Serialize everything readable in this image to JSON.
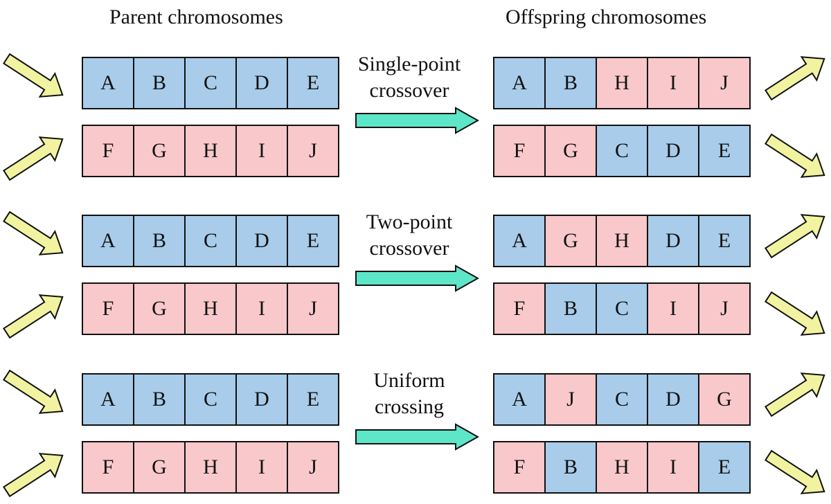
{
  "titles": {
    "parent": "Parent chromosomes",
    "offspring": "Offspring chromosomes"
  },
  "colors": {
    "blue": "#A8CCEA",
    "pink": "#F8C8CB",
    "op_arrow": "#5EE6C8",
    "side_arrow": "#F1F3A0",
    "outline": "#111111"
  },
  "sections": [
    {
      "operation": [
        "Single-point",
        "crossover"
      ],
      "parents": [
        {
          "genes": [
            "A",
            "B",
            "C",
            "D",
            "E"
          ],
          "colors": [
            "blue",
            "blue",
            "blue",
            "blue",
            "blue"
          ]
        },
        {
          "genes": [
            "F",
            "G",
            "H",
            "I",
            "J"
          ],
          "colors": [
            "pink",
            "pink",
            "pink",
            "pink",
            "pink"
          ]
        }
      ],
      "offspring": [
        {
          "genes": [
            "A",
            "B",
            "H",
            "I",
            "J"
          ],
          "colors": [
            "blue",
            "blue",
            "pink",
            "pink",
            "pink"
          ]
        },
        {
          "genes": [
            "F",
            "G",
            "C",
            "D",
            "E"
          ],
          "colors": [
            "pink",
            "pink",
            "blue",
            "blue",
            "blue"
          ]
        }
      ]
    },
    {
      "operation": [
        "Two-point",
        "crossover"
      ],
      "parents": [
        {
          "genes": [
            "A",
            "B",
            "C",
            "D",
            "E"
          ],
          "colors": [
            "blue",
            "blue",
            "blue",
            "blue",
            "blue"
          ]
        },
        {
          "genes": [
            "F",
            "G",
            "H",
            "I",
            "J"
          ],
          "colors": [
            "pink",
            "pink",
            "pink",
            "pink",
            "pink"
          ]
        }
      ],
      "offspring": [
        {
          "genes": [
            "A",
            "G",
            "H",
            "D",
            "E"
          ],
          "colors": [
            "blue",
            "pink",
            "pink",
            "blue",
            "blue"
          ]
        },
        {
          "genes": [
            "F",
            "B",
            "C",
            "I",
            "J"
          ],
          "colors": [
            "pink",
            "blue",
            "blue",
            "pink",
            "pink"
          ]
        }
      ]
    },
    {
      "operation": [
        "Uniform",
        "crossing"
      ],
      "parents": [
        {
          "genes": [
            "A",
            "B",
            "C",
            "D",
            "E"
          ],
          "colors": [
            "blue",
            "blue",
            "blue",
            "blue",
            "blue"
          ]
        },
        {
          "genes": [
            "F",
            "G",
            "H",
            "I",
            "J"
          ],
          "colors": [
            "pink",
            "pink",
            "pink",
            "pink",
            "pink"
          ]
        }
      ],
      "offspring": [
        {
          "genes": [
            "A",
            "J",
            "C",
            "D",
            "G"
          ],
          "colors": [
            "blue",
            "pink",
            "blue",
            "blue",
            "pink"
          ]
        },
        {
          "genes": [
            "F",
            "B",
            "H",
            "I",
            "E"
          ],
          "colors": [
            "pink",
            "blue",
            "pink",
            "pink",
            "blue"
          ]
        }
      ]
    }
  ]
}
